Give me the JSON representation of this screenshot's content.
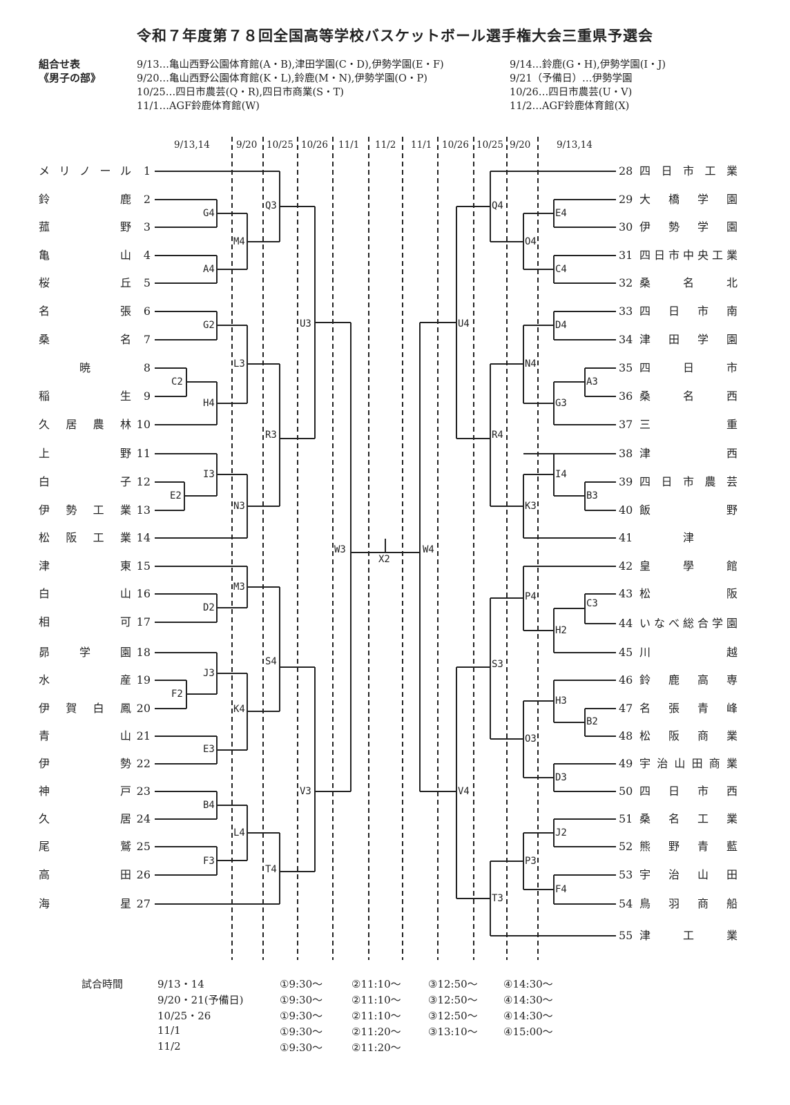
{
  "title": "令和７年度第７８回全国高等学校バスケットボール選手権大会三重県予選会",
  "header": {
    "label1": "組合せ表",
    "label2": "《男子の部》"
  },
  "schedule": [
    "9/13…亀山西野公園体育館(A・B),津田学園(C・D),伊勢学園(E・F)",
    "9/20…亀山西野公園体育館(K・L),鈴鹿(M・N),伊勢学園(O・P)",
    "10/25…四日市農芸(Q・R),四日市商業(S・T)",
    "11/1…AGF鈴鹿体育館(W)",
    "9/14…鈴鹿(G・H),伊勢学園(I・J)",
    "9/21（予備日）…伊勢学園",
    "10/26…四日市農芸(U・V)",
    "11/2…AGF鈴鹿体育館(X)"
  ],
  "dates": [
    "9/13,14",
    "9/20",
    "10/25",
    "10/26",
    "11/1",
    "11/2",
    "11/1",
    "10/26",
    "10/25",
    "9/20",
    "9/13,14"
  ],
  "left_teams": [
    {
      "name": "メリノール",
      "num": "1"
    },
    {
      "name": "鈴鹿",
      "num": "2"
    },
    {
      "name": "菰野",
      "num": "3"
    },
    {
      "name": "亀山",
      "num": "4"
    },
    {
      "name": "桜丘",
      "num": "5"
    },
    {
      "name": "名張",
      "num": "6"
    },
    {
      "name": "桑名",
      "num": "7"
    },
    {
      "name": "暁",
      "num": "8"
    },
    {
      "name": "稲生",
      "num": "9"
    },
    {
      "name": "久居農林",
      "num": "10"
    },
    {
      "name": "上野",
      "num": "11"
    },
    {
      "name": "白子",
      "num": "12"
    },
    {
      "name": "伊勢工業",
      "num": "13"
    },
    {
      "name": "松阪工業",
      "num": "14"
    },
    {
      "name": "津東",
      "num": "15"
    },
    {
      "name": "白山",
      "num": "16"
    },
    {
      "name": "相可",
      "num": "17"
    },
    {
      "name": "昴学園",
      "num": "18"
    },
    {
      "name": "水産",
      "num": "19"
    },
    {
      "name": "伊賀白鳳",
      "num": "20"
    },
    {
      "name": "青山",
      "num": "21"
    },
    {
      "name": "伊勢",
      "num": "22"
    },
    {
      "name": "神戸",
      "num": "23"
    },
    {
      "name": "久居",
      "num": "24"
    },
    {
      "name": "尾鷲",
      "num": "25"
    },
    {
      "name": "高田",
      "num": "26"
    },
    {
      "name": "海星",
      "num": "27"
    }
  ],
  "right_teams": [
    {
      "name": "四日市工業",
      "num": "28"
    },
    {
      "name": "大橋学園",
      "num": "29"
    },
    {
      "name": "伊勢学園",
      "num": "30"
    },
    {
      "name": "四日市中央工業",
      "num": "31"
    },
    {
      "name": "桑名北",
      "num": "32"
    },
    {
      "name": "四日市南",
      "num": "33"
    },
    {
      "name": "津田学園",
      "num": "34"
    },
    {
      "name": "四日市",
      "num": "35"
    },
    {
      "name": "桑名西",
      "num": "36"
    },
    {
      "name": "三重",
      "num": "37"
    },
    {
      "name": "津西",
      "num": "38"
    },
    {
      "name": "四日市農芸",
      "num": "39"
    },
    {
      "name": "飯野",
      "num": "40"
    },
    {
      "name": "津",
      "num": "41"
    },
    {
      "name": "皇學館",
      "num": "42"
    },
    {
      "name": "松阪",
      "num": "43"
    },
    {
      "name": "いなべ総合学園",
      "num": "44"
    },
    {
      "name": "川越",
      "num": "45"
    },
    {
      "name": "鈴鹿高専",
      "num": "46"
    },
    {
      "name": "名張青峰",
      "num": "47"
    },
    {
      "name": "松阪商業",
      "num": "48"
    },
    {
      "name": "宇治山田商業",
      "num": "49"
    },
    {
      "name": "四日市西",
      "num": "50"
    },
    {
      "name": "桑名工業",
      "num": "51"
    },
    {
      "name": "熊野青藍",
      "num": "52"
    },
    {
      "name": "宇治山田",
      "num": "53"
    },
    {
      "name": "鳥羽商船",
      "num": "54"
    },
    {
      "name": "津工業",
      "num": "55"
    }
  ],
  "matches": [
    "Q3",
    "G4",
    "M4",
    "A4",
    "G2",
    "U3",
    "L3",
    "C2",
    "H4",
    "R3",
    "I3",
    "E2",
    "N3",
    "W3",
    "M3",
    "D2",
    "S4",
    "J3",
    "F2",
    "K4",
    "E3",
    "V3",
    "B4",
    "L4",
    "F3",
    "T4",
    "X2",
    "W4",
    "Q4",
    "E4",
    "O4",
    "C4",
    "D4",
    "U4",
    "N4",
    "A3",
    "G3",
    "R4",
    "I4",
    "B3",
    "K3",
    "P4",
    "C3",
    "H2",
    "S3",
    "H3",
    "B2",
    "O3",
    "D3",
    "V4",
    "J2",
    "P3",
    "F4",
    "T3"
  ],
  "times": {
    "title": "試合時間",
    "rows": [
      {
        "date": "9/13・14",
        "t1": "①9:30～",
        "t2": "②11:10～",
        "t3": "③12:50～",
        "t4": "④14:30～"
      },
      {
        "date": "9/20・21(予備日)",
        "t1": "①9:30～",
        "t2": "②11:10～",
        "t3": "③12:50～",
        "t4": "④14:30～"
      },
      {
        "date": "10/25・26",
        "t1": "①9:30～",
        "t2": "②11:10～",
        "t3": "③12:50～",
        "t4": "④14:30～"
      },
      {
        "date": "11/1",
        "t1": "①9:30～",
        "t2": "②11:20～",
        "t3": "③13:10～",
        "t4": "④15:00～"
      },
      {
        "date": "11/2",
        "t1": "①9:30～",
        "t2": "②11:20～",
        "t3": "",
        "t4": ""
      }
    ]
  }
}
